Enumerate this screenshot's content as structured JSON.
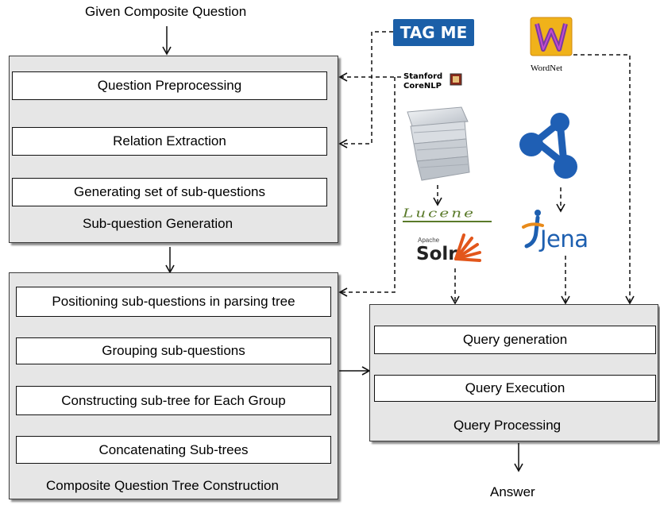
{
  "input_label": "Given Composite Question",
  "output_label": "Answer",
  "subquestion_generation": {
    "label": "Sub-question Generation",
    "steps": [
      "Question Preprocessing",
      "Relation Extraction",
      "Generating set of sub-questions"
    ]
  },
  "tree_construction": {
    "label": "Composite Question Tree Construction",
    "steps": [
      "Positioning sub-questions in parsing tree",
      "Grouping sub-questions",
      "Constructing sub-tree for Each Group",
      "Concatenating Sub-trees"
    ]
  },
  "query_processing": {
    "label": "Query Processing",
    "steps": [
      "Query generation",
      "Query Execution"
    ]
  },
  "tools": {
    "tagme": "TAG ME",
    "wordnet": "WordNet",
    "stanford_line1": "Stanford",
    "stanford_line2": "CoreNLP",
    "lucene": "Lucene",
    "solr_small": "Apache",
    "solr": "Solr",
    "jena": "Jena"
  },
  "colors": {
    "group_fill": "#e6e6e6",
    "tagme_blue": "#1b5fa8",
    "jena_blue": "#1d5fb0",
    "rdf_blue": "#1f5fb4",
    "solr_orange": "#e2561b",
    "lucene_green": "#5a7a2a"
  }
}
